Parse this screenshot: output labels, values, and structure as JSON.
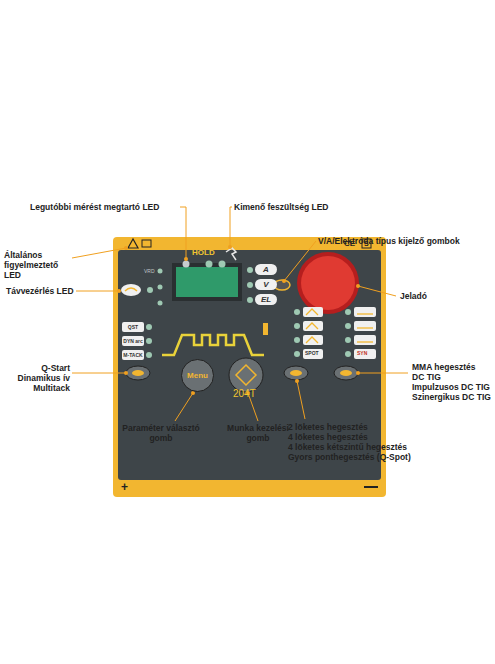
{
  "diagram": {
    "nodes": [
      {
        "text": [
          "A"
        ]
      },
      {
        "text": [
          "V"
        ]
      },
      {
        "text": [
          "EL"
        ]
      },
      {
        "text": [
          "QST"
        ]
      },
      {
        "text": [
          "DYN arc"
        ]
      },
      {
        "text": [
          "M-TACK"
        ]
      },
      {
        "text": [
          "Menu"
        ]
      }
    ],
    "labels": [
      "Legutóbbi mérést megtartó LED",
      "Kimenő feszültség LED",
      "V/A/Elektróda típus kijelző gombok",
      "Általános figyelmeztető LED",
      "Távvezérlés LED",
      "Jeladó",
      "Q-Start",
      "Dinamikus ív",
      "Multitack",
      "MMA hegesztés",
      "DC TIG",
      "Impulzusos DC TIG",
      "Szinergikus DC TIG",
      "Paraméter választó gomb",
      "Munka kezelési gomb",
      "2 löketes hegesztés",
      "4 löketes hegesztés",
      "4 löketes kétszintű hegesztés",
      "Gyors ponthegesztés (Q-Spot)",
      "HOLD",
      "204T",
      "VRD",
      "+",
      "CE",
      "S",
      "SPOT",
      "SYN"
    ]
  }
}
